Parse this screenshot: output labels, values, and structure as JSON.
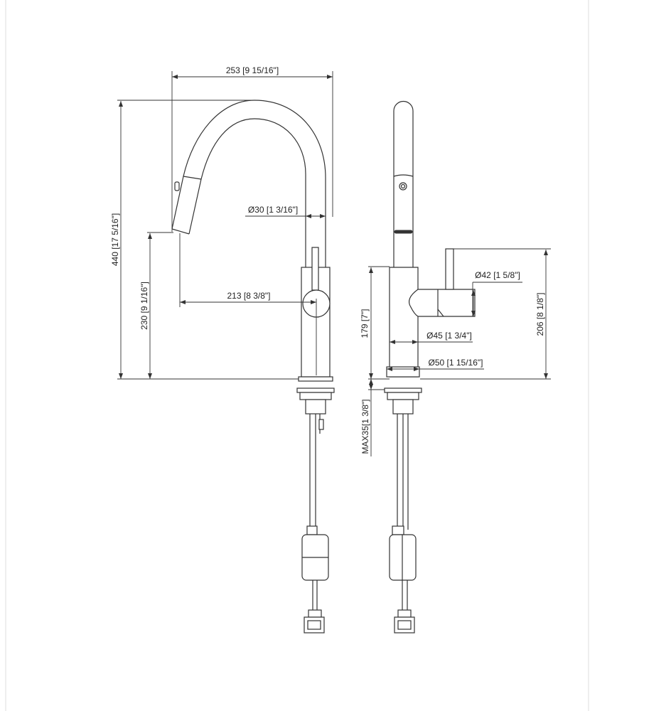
{
  "drawing": {
    "front_view": {
      "width_label": "253 [9 15/16\"]",
      "height_label": "440 [17 5/16\"]",
      "spout_height_label": "230 [9 1/16\"]",
      "spout_diameter_label": "Ø30 [1 3/16\"]",
      "reach_label": "213 [8 3/8\"]"
    },
    "side_view": {
      "body_height_label": "179 [7\"]",
      "handle_height_label": "206 [8 1/8\"]",
      "handle_diameter_label": "Ø42 [1 5/8\"]",
      "body_diameter_label": "Ø45 [1 3/4\"]",
      "base_diameter_label": "Ø50 [1 15/16\"]",
      "deck_thickness_label": "MAX35[1 3/8\"]"
    }
  }
}
